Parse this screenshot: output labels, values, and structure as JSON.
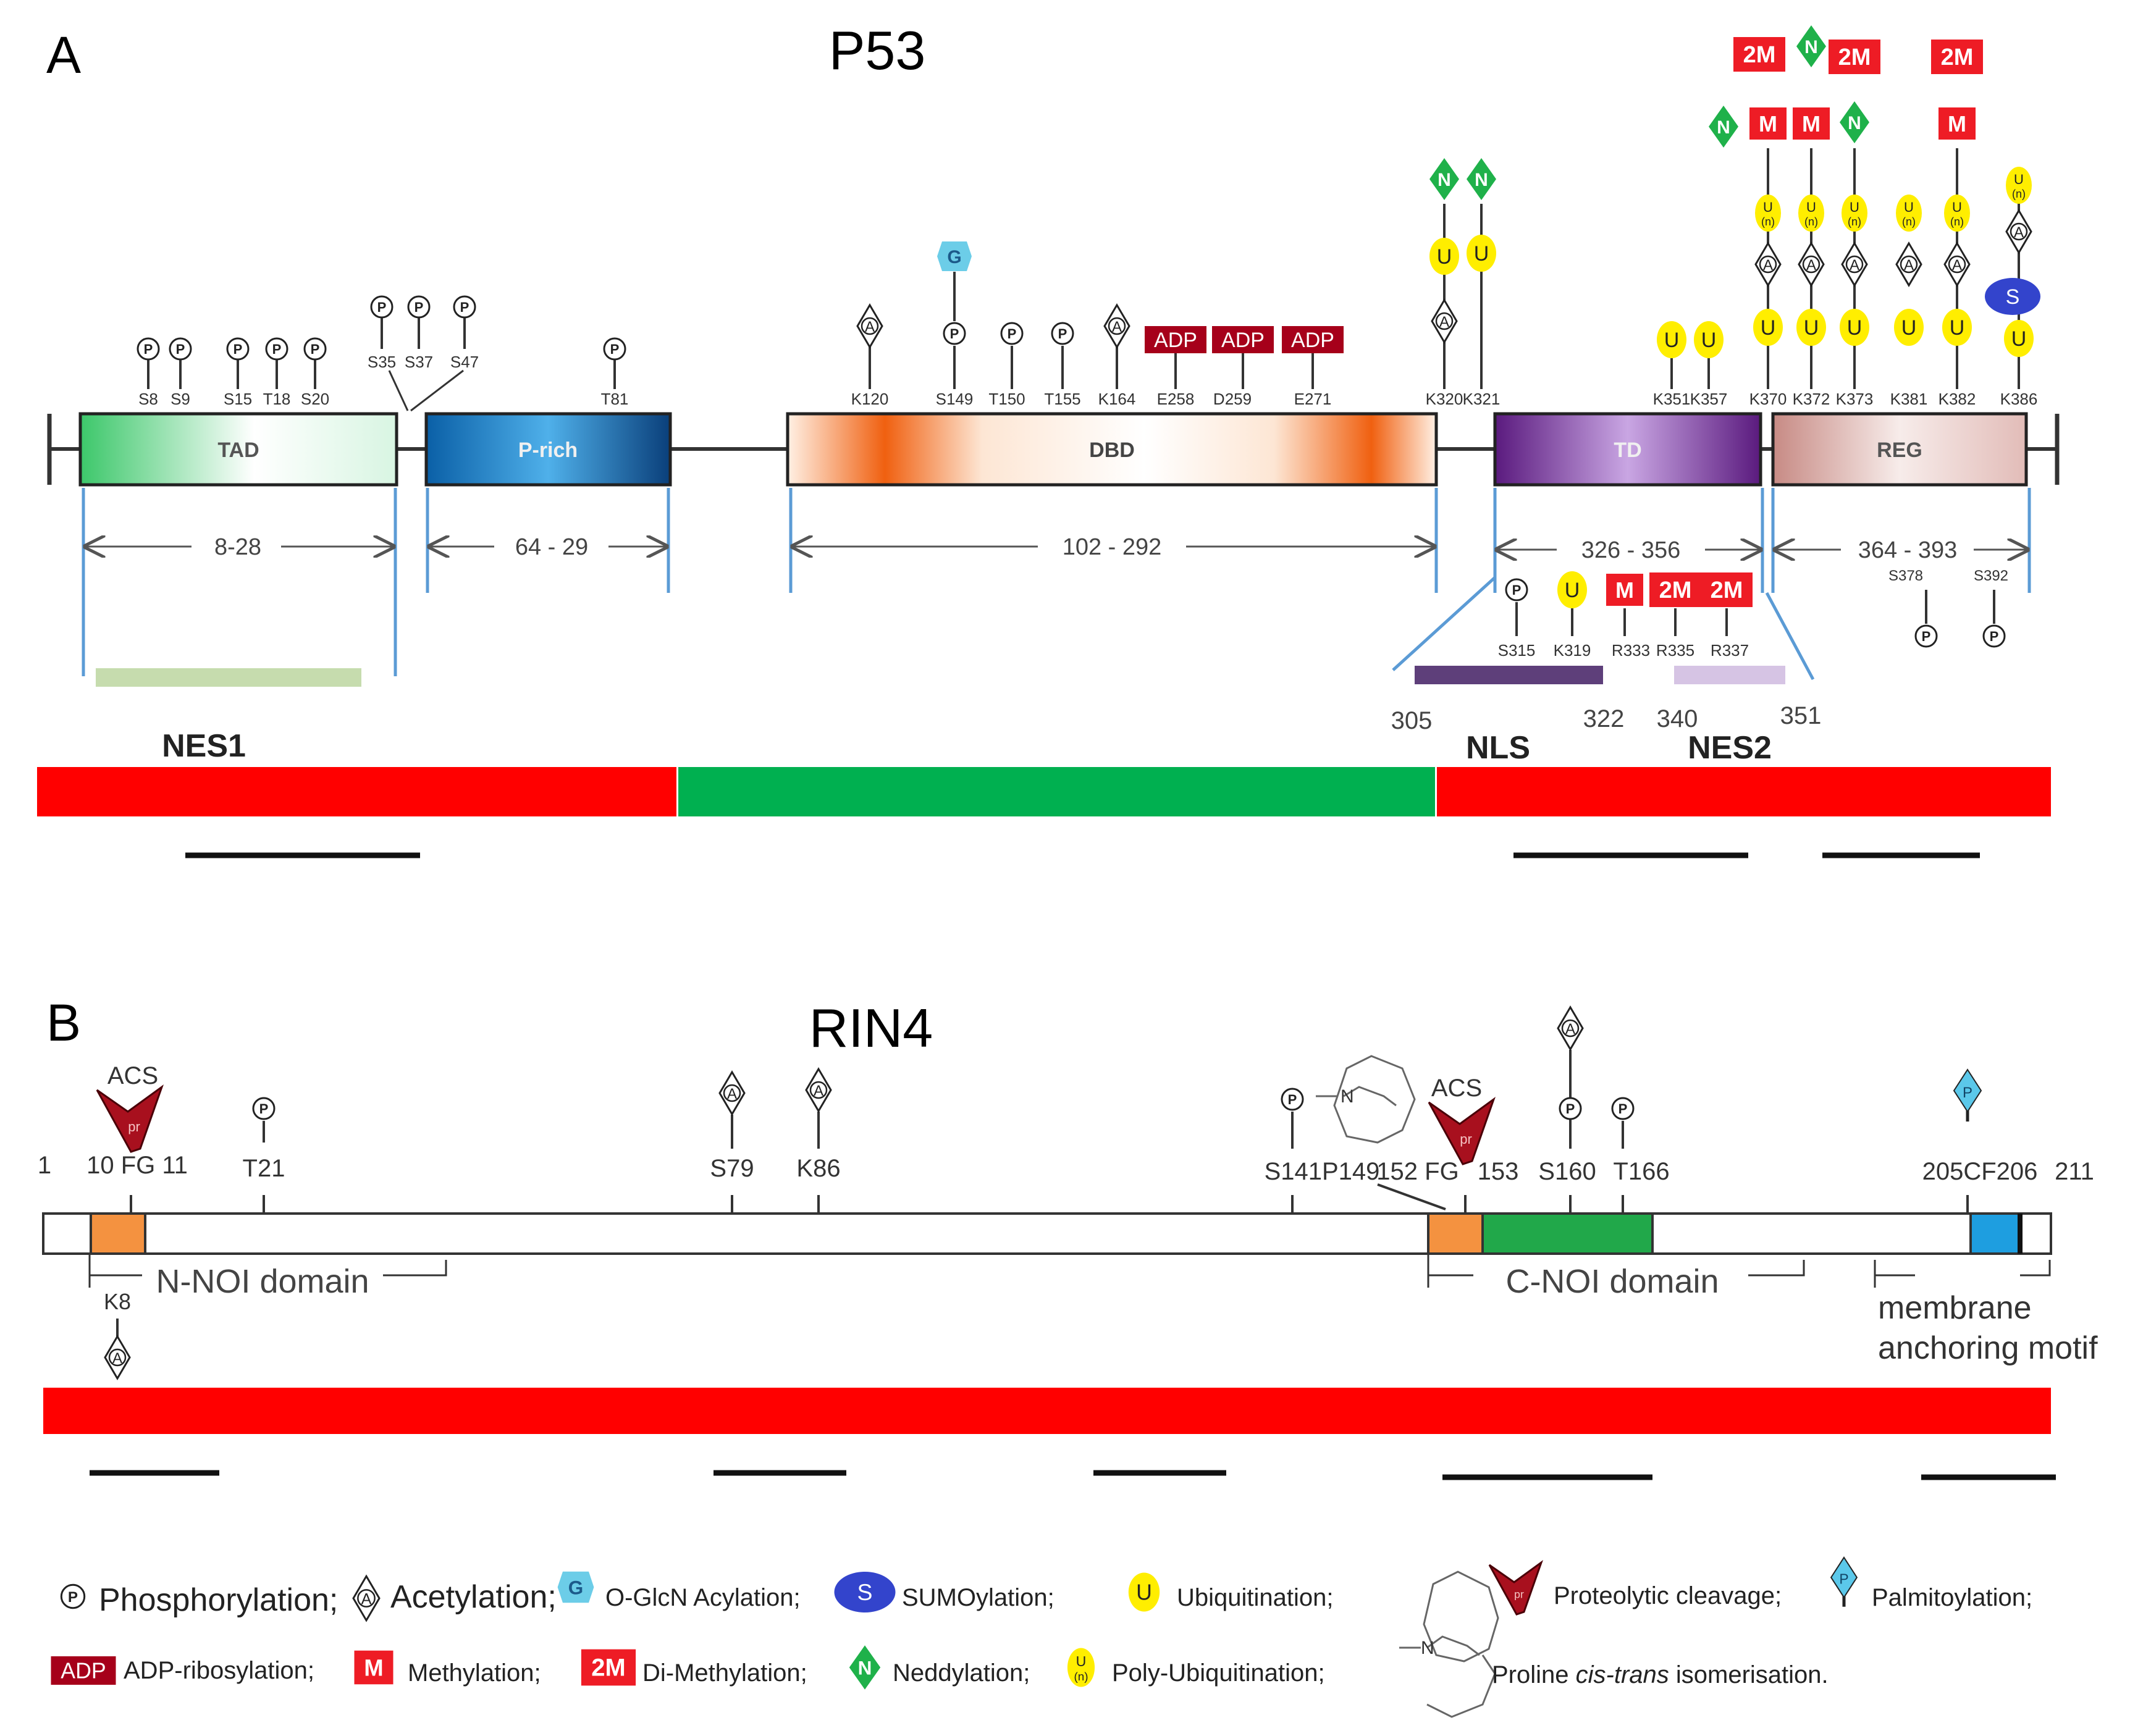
{
  "panel_a": {
    "label": "A",
    "title": "P53",
    "domains": [
      {
        "name": "TAD",
        "range": "8-28",
        "color": "#3cc76a"
      },
      {
        "name": "P-rich",
        "range": "64 - 29",
        "color": "#0a6cb3"
      },
      {
        "name": "DBD",
        "range": "102 - 292",
        "color": "#f06010"
      },
      {
        "name": "TD",
        "range": "326 - 356",
        "color": "#6c2a92"
      },
      {
        "name": "REG",
        "range": "364 - 393",
        "color": "#c78a84"
      }
    ],
    "sites_above": [
      "S8",
      "S9",
      "S15",
      "T18",
      "S20",
      "S35",
      "S37",
      "S47",
      "T81",
      "K120",
      "S149",
      "T150",
      "T155",
      "K164",
      "E258",
      "D259",
      "E271",
      "K320",
      "K321",
      "K351",
      "K357",
      "K370",
      "K372",
      "K373",
      "K381",
      "K382",
      "K386"
    ],
    "sites_below": [
      "S315",
      "K319",
      "R333",
      "R335",
      "R337",
      "S378",
      "S392"
    ],
    "region_numbers": [
      "305",
      "322",
      "340",
      "351"
    ],
    "signal_labels": [
      "NES1",
      "NLS",
      "NES2"
    ]
  },
  "panel_b": {
    "label": "B",
    "title": "RIN4",
    "position_labels": [
      "1",
      "10 FG 11",
      "T21",
      "S79",
      "K86",
      "S141P149",
      "152 FG",
      "153",
      "S160",
      "T166",
      "205CF206",
      "211",
      "K8"
    ],
    "cleavage_labels": [
      "ACS",
      "ACS"
    ],
    "domain_labels": [
      "N-NOI domain",
      "C-NOI domain",
      "membrane",
      "anchoring motif"
    ]
  },
  "badges": {
    "phospho": "P",
    "acetyl": "A",
    "glcnac": "G",
    "sumo": "S",
    "ubiquitin": "U",
    "poly_ubiquitin": "U",
    "poly_sub": "(n)",
    "adp": "ADP",
    "methyl": "M",
    "dimethyl": "2M",
    "nedd": "N",
    "cleavage": "pr"
  },
  "legend": {
    "row1": [
      "Phosphorylation;",
      "Acetylation;",
      "O-GlcN Acylation;",
      "SUMOylation;",
      "Ubiquitination;",
      "Proteolytic cleavage;",
      "Palmitoylation;"
    ],
    "row2": [
      "ADP-ribosylation;",
      "Methylation;",
      "Di-Methylation;",
      "Neddylation;",
      "Poly-Ubiquitination;"
    ],
    "proline_parts": [
      "Proline ",
      "cis-trans",
      " isomerisation."
    ]
  },
  "colors": {
    "disordered": "#ff0000",
    "ordered": "#00b050",
    "adp": "#a6001a",
    "methyl": "#ee1c25",
    "nedd": "#1fb14a",
    "ubiquitin": "#ffee00",
    "sumo": "#3344cc",
    "glcnac": "#6ccde8",
    "palmitoyl": "#5bc8ea",
    "fg_motif": "#f49240",
    "c_noi": "#21a84a",
    "membrane_motif": "#1e9ee0"
  }
}
